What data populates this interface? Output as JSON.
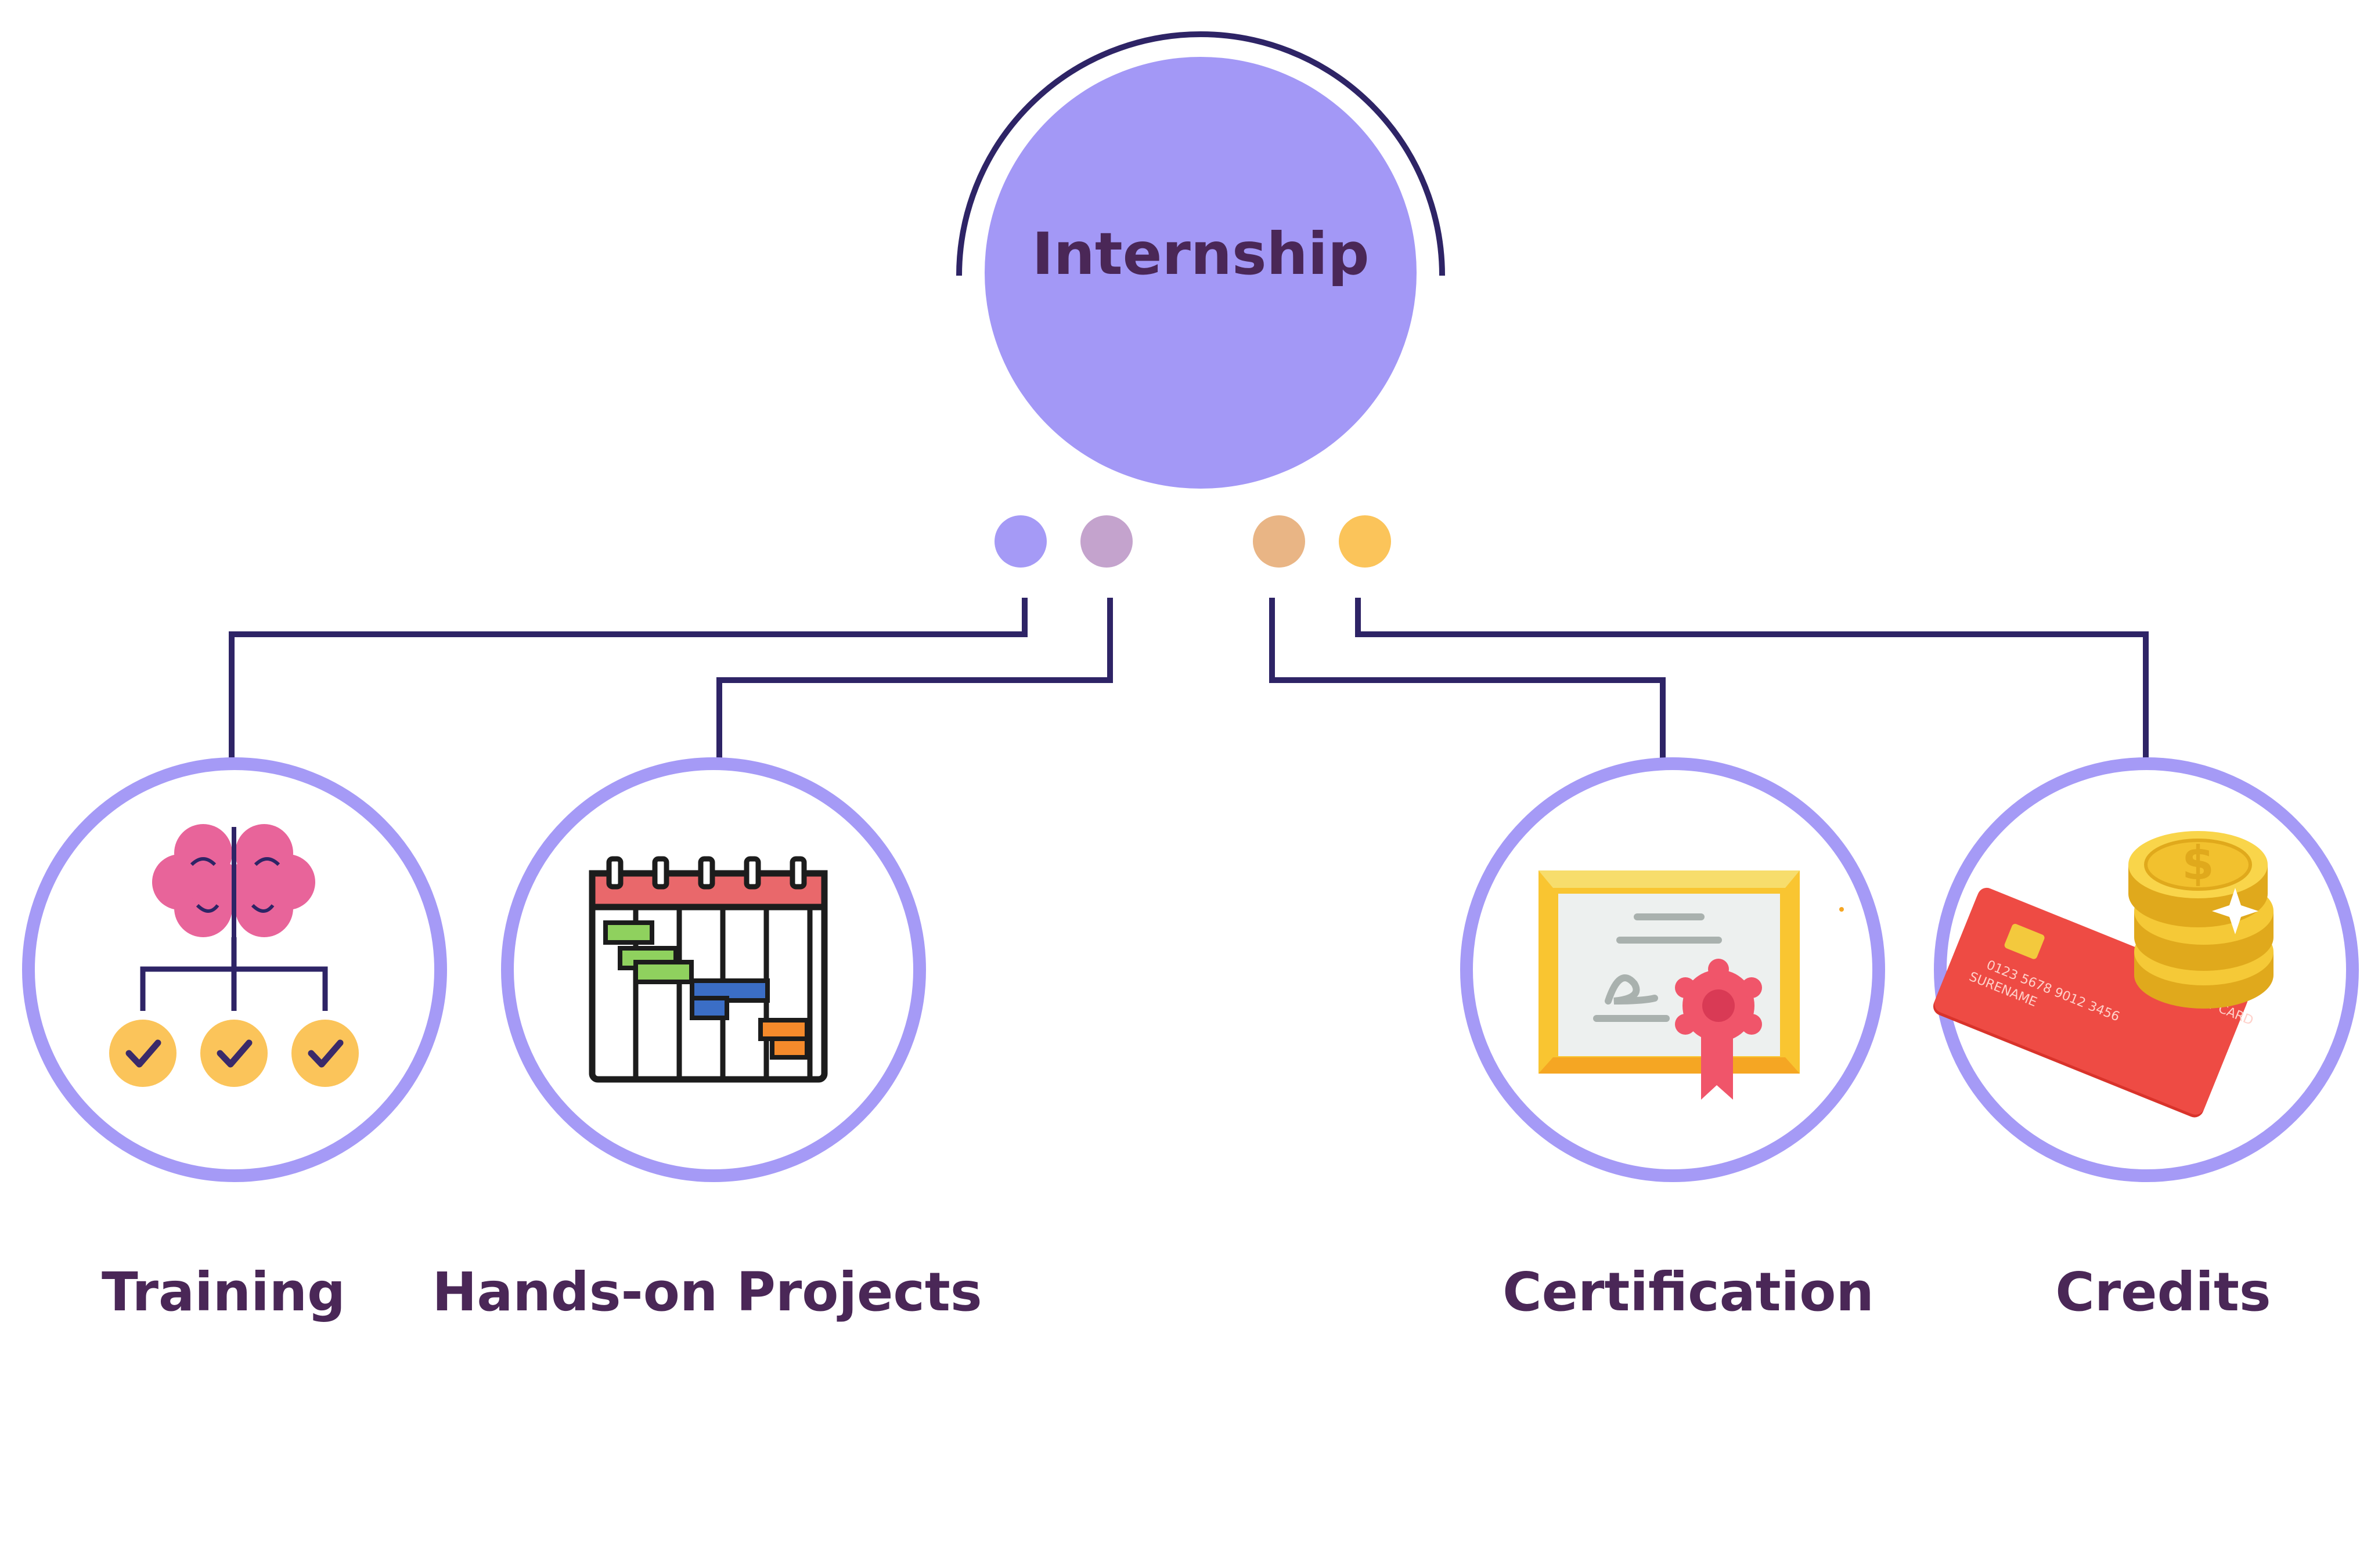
{
  "diagram": {
    "center": {
      "label": "Internship"
    },
    "nodes": [
      {
        "label": "Training",
        "icon": "brain-checklist-icon"
      },
      {
        "label": "Hands-on Projects",
        "icon": "gantt-chart-icon"
      },
      {
        "label": "Certification",
        "icon": "certificate-icon"
      },
      {
        "label": "Credits",
        "icon": "credit-card-coins-icon"
      }
    ],
    "connector_dot_colors": [
      "#a59af6",
      "#c4a3cd",
      "#e9b585",
      "#fbc45a"
    ]
  },
  "colors": {
    "center_fill": "#a398f6",
    "ring": "#a59af6",
    "line": "#2e2466",
    "text": "#4a2757"
  }
}
